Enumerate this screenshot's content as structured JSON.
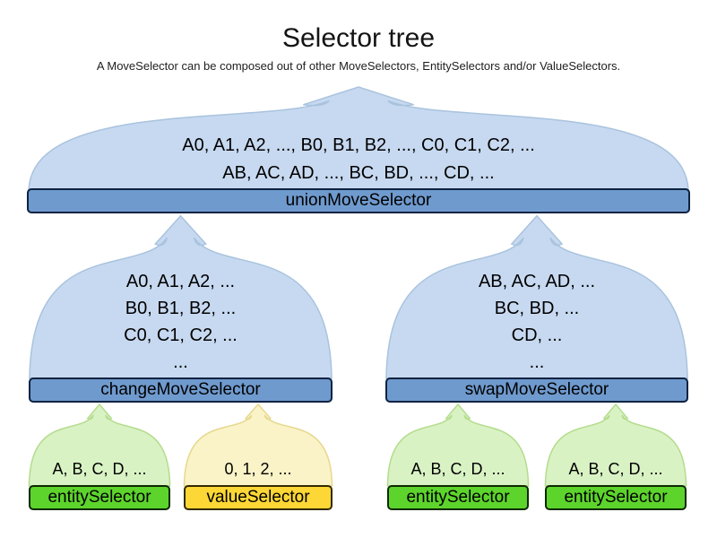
{
  "header": {
    "title": "Selector tree",
    "subtitle": "A MoveSelector can be composed out of other MoveSelectors, EntitySelectors and/or ValueSelectors."
  },
  "tree": {
    "union": {
      "label": "unionMoveSelector",
      "lines": [
        "A0, A1, A2, ..., B0, B1, B2, ..., C0, C1, C2, ...",
        "AB, AC, AD, ..., BC, BD, ..., CD, ..."
      ]
    },
    "change": {
      "label": "changeMoveSelector",
      "lines": [
        "A0, A1, A2, ...",
        "B0, B1, B2, ...",
        "C0, C1, C2, ...",
        "..."
      ]
    },
    "swap": {
      "label": "swapMoveSelector",
      "lines": [
        "AB, AC, AD, ...",
        "BC, BD, ...",
        "CD, ...",
        "..."
      ]
    },
    "leaves": [
      {
        "label": "entitySelector",
        "line": "A, B, C, D, ..."
      },
      {
        "label": "valueSelector",
        "line": "0, 1, 2, ..."
      },
      {
        "label": "entitySelector",
        "line": "A, B, C, D, ..."
      },
      {
        "label": "entitySelector",
        "line": "A, B, C, D, ..."
      }
    ]
  },
  "colors": {
    "balloon-blue": "#c7d9f0",
    "balloon-blue-stroke": "#a9c3de",
    "bar-blue": "#6f9ace",
    "bar-blue-border": "#0c2240",
    "balloon-green": "#d9f2c4",
    "balloon-green-stroke": "#b4dc8d",
    "bar-green": "#5dd42c",
    "bar-green-border": "#0d2a00",
    "balloon-yellow": "#faf3c8",
    "balloon-yellow-stroke": "#e6d88d",
    "bar-yellow": "#fcd735",
    "bar-yellow-border": "#332900",
    "text": "#000000",
    "background": "#ffffff"
  }
}
